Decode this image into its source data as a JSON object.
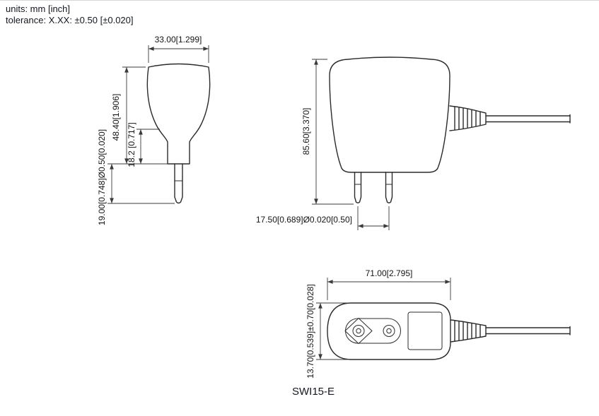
{
  "notes": {
    "units": "units: mm [inch]",
    "tolerance": "tolerance: X.XX: ±0.50 [±0.020]"
  },
  "model": "SWI15-E",
  "views": {
    "side": {
      "width": "33.00[1.299]",
      "body_height": "48.40[1.906]",
      "lower_height": "18.2 [0.717]",
      "pin_length_dia": "19.00[0.748]Ø0.50[0.020]"
    },
    "front": {
      "total_height": "85.60[3.370]",
      "pin_spacing": "17.50[0.689]Ø0.020[0.50]"
    },
    "bottom": {
      "length": "71.00[2.795]",
      "height": "13.70[0.539]±0.70[0.028]"
    }
  }
}
